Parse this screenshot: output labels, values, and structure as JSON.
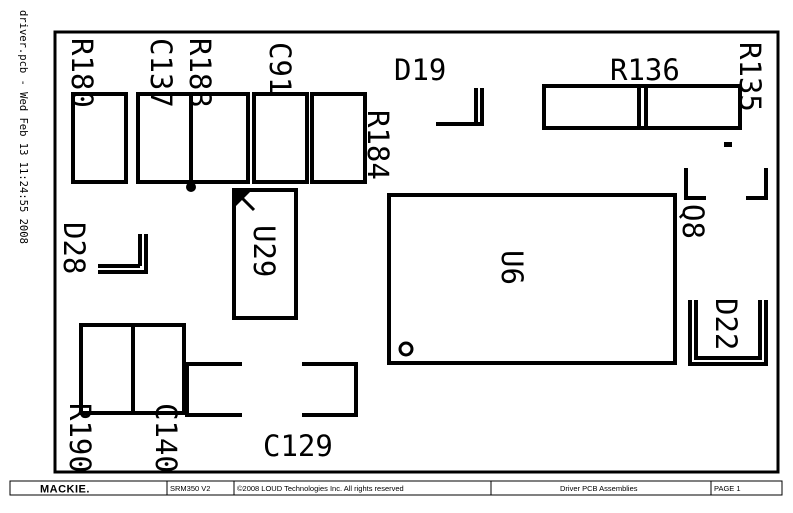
{
  "side_caption": "driver.pcb - Wed Feb 13 11:24:55 2008",
  "labels": {
    "R180": "R180",
    "C137": "C137",
    "R183": "R183",
    "C91": "C91",
    "R184": "R184",
    "D19": "D19",
    "R136": "R136",
    "R135": "R135",
    "Q8": "Q8",
    "D28": "D28",
    "U29": "U29",
    "U6": "U6",
    "D22": "D22",
    "R190": "R190",
    "C140": "C140",
    "C129": "C129"
  },
  "title_block": {
    "logo": "MACKIE.",
    "model": "SRM350 V2",
    "copyright": "©2008 LOUD Technologies Inc. All rights reserved",
    "description": "Driver PCB Assemblies",
    "page": "PAGE 1"
  }
}
